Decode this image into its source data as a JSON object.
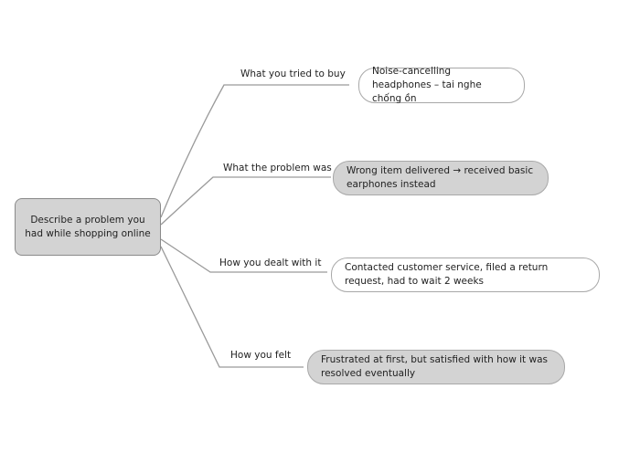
{
  "central_topic": "Describe a problem you had while shopping online",
  "branches": [
    {
      "label": "What you tried to buy",
      "detail": "Noise-cancelling headphones – tai nghe chống ồn",
      "style": "white"
    },
    {
      "label": "What the problem was",
      "detail": "Wrong item delivered → received basic earphones instead",
      "style": "grey"
    },
    {
      "label": "How you dealt with it",
      "detail": "Contacted customer service, filed a return request, had to wait 2 weeks",
      "style": "white"
    },
    {
      "label": "How you felt",
      "detail": "Frustrated at first, but satisfied with how it was resolved eventually",
      "style": "grey"
    }
  ],
  "colors": {
    "central_fill": "#d3d3d3",
    "grey_leaf_fill": "#d3d3d3",
    "white_leaf_fill": "#ffffff",
    "line": "#9a9a9a"
  }
}
